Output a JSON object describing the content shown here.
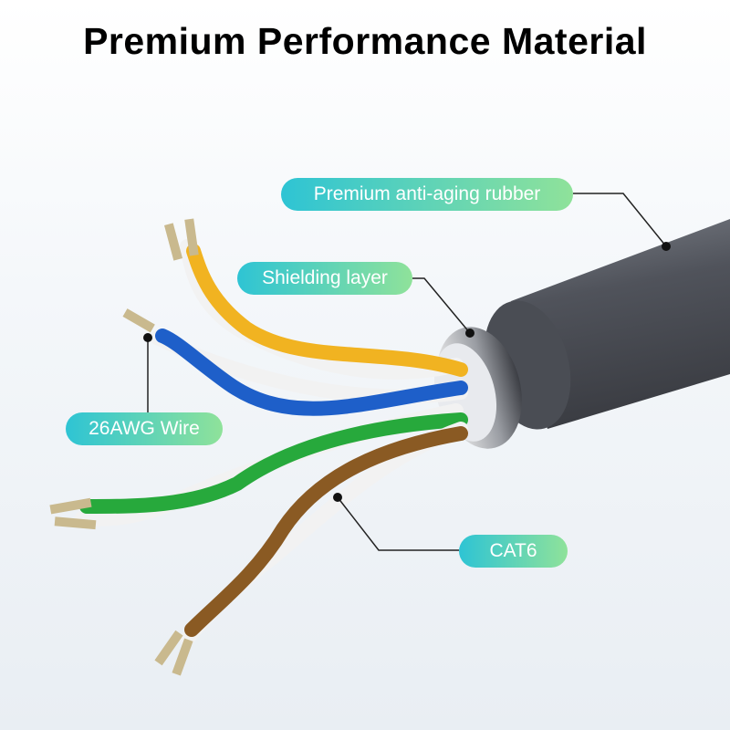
{
  "title": "Premium Performance Material",
  "labels": {
    "rubber": "Premium anti-aging rubber",
    "shielding": "Shielding layer",
    "wire": "26AWG Wire",
    "cat": "CAT6"
  },
  "colors": {
    "pill_start": "#2ec4d4",
    "pill_end": "#8fe29a",
    "jacket": "#5b5e66"
  }
}
